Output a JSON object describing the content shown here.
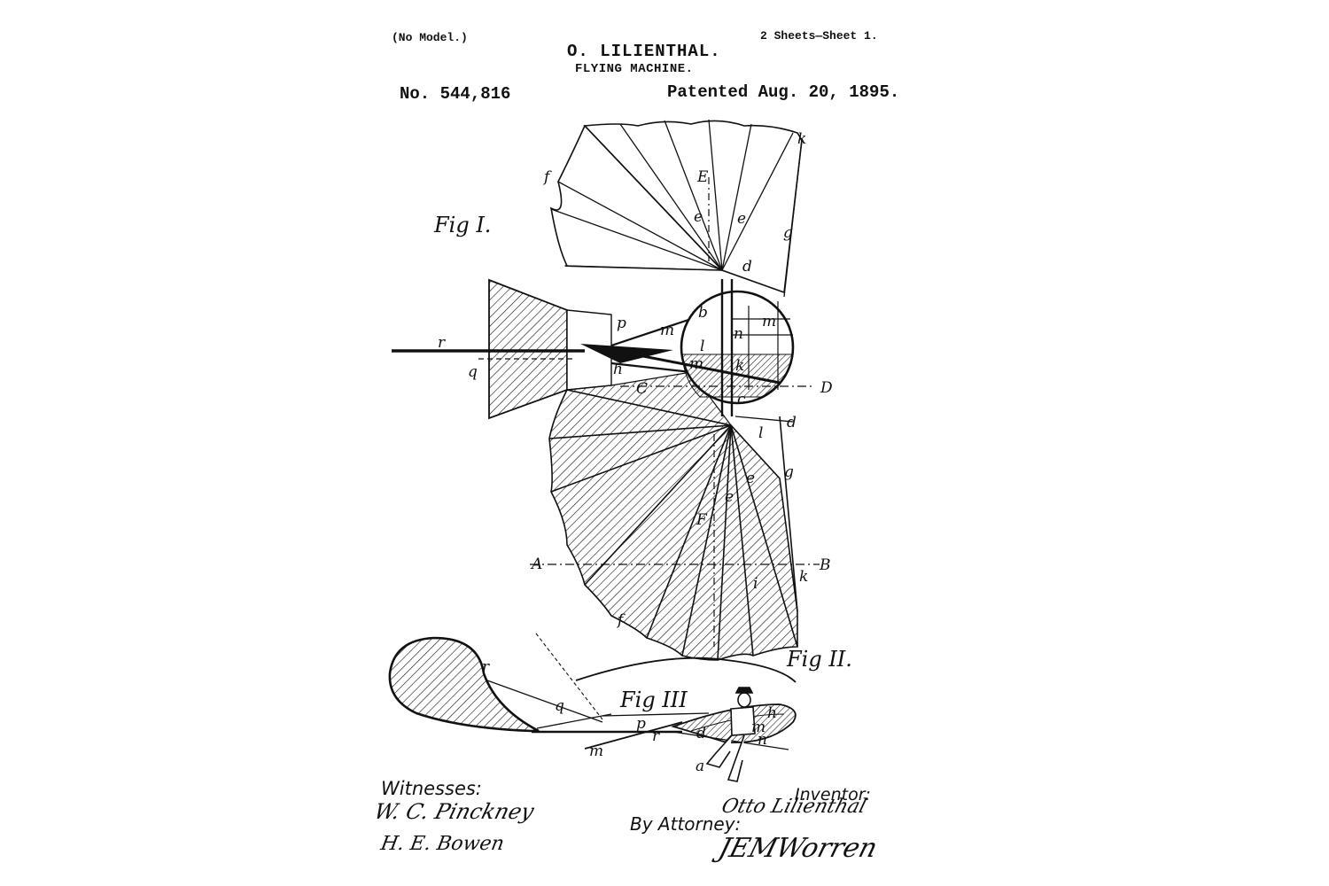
{
  "header": {
    "no_model": "(No Model.)",
    "sheet": "2 Sheets—Sheet 1.",
    "inventor": "O. LILIENTHAL.",
    "title": "FLYING MACHINE.",
    "patent_no": "No. 544,816",
    "patented": "Patented Aug. 20, 1895."
  },
  "figures": {
    "fig1": "Fig I.",
    "fig2": "Fig II.",
    "fig3": "Fig III"
  },
  "labels": {
    "E": "E",
    "F": "F",
    "A": "A",
    "B": "B",
    "C": "C",
    "D": "D",
    "a": "a",
    "b": "b",
    "c": "c",
    "d": "d",
    "e": "e",
    "f": "f",
    "g": "g",
    "h": "h",
    "i": "i",
    "k": "k",
    "l": "l",
    "m": "m",
    "n": "n",
    "p": "p",
    "q": "q",
    "r": "r"
  },
  "signatures": {
    "witnesses_label": "Witnesses:",
    "witness_1": "W. C. Pinckney",
    "witness_2": "H. E. Bowen",
    "inventor_label": "Inventor:",
    "inventor_sig": "Otto Lilienthal",
    "attorney_label": "By Attorney:",
    "attorney_sig": "JEMWorren"
  }
}
